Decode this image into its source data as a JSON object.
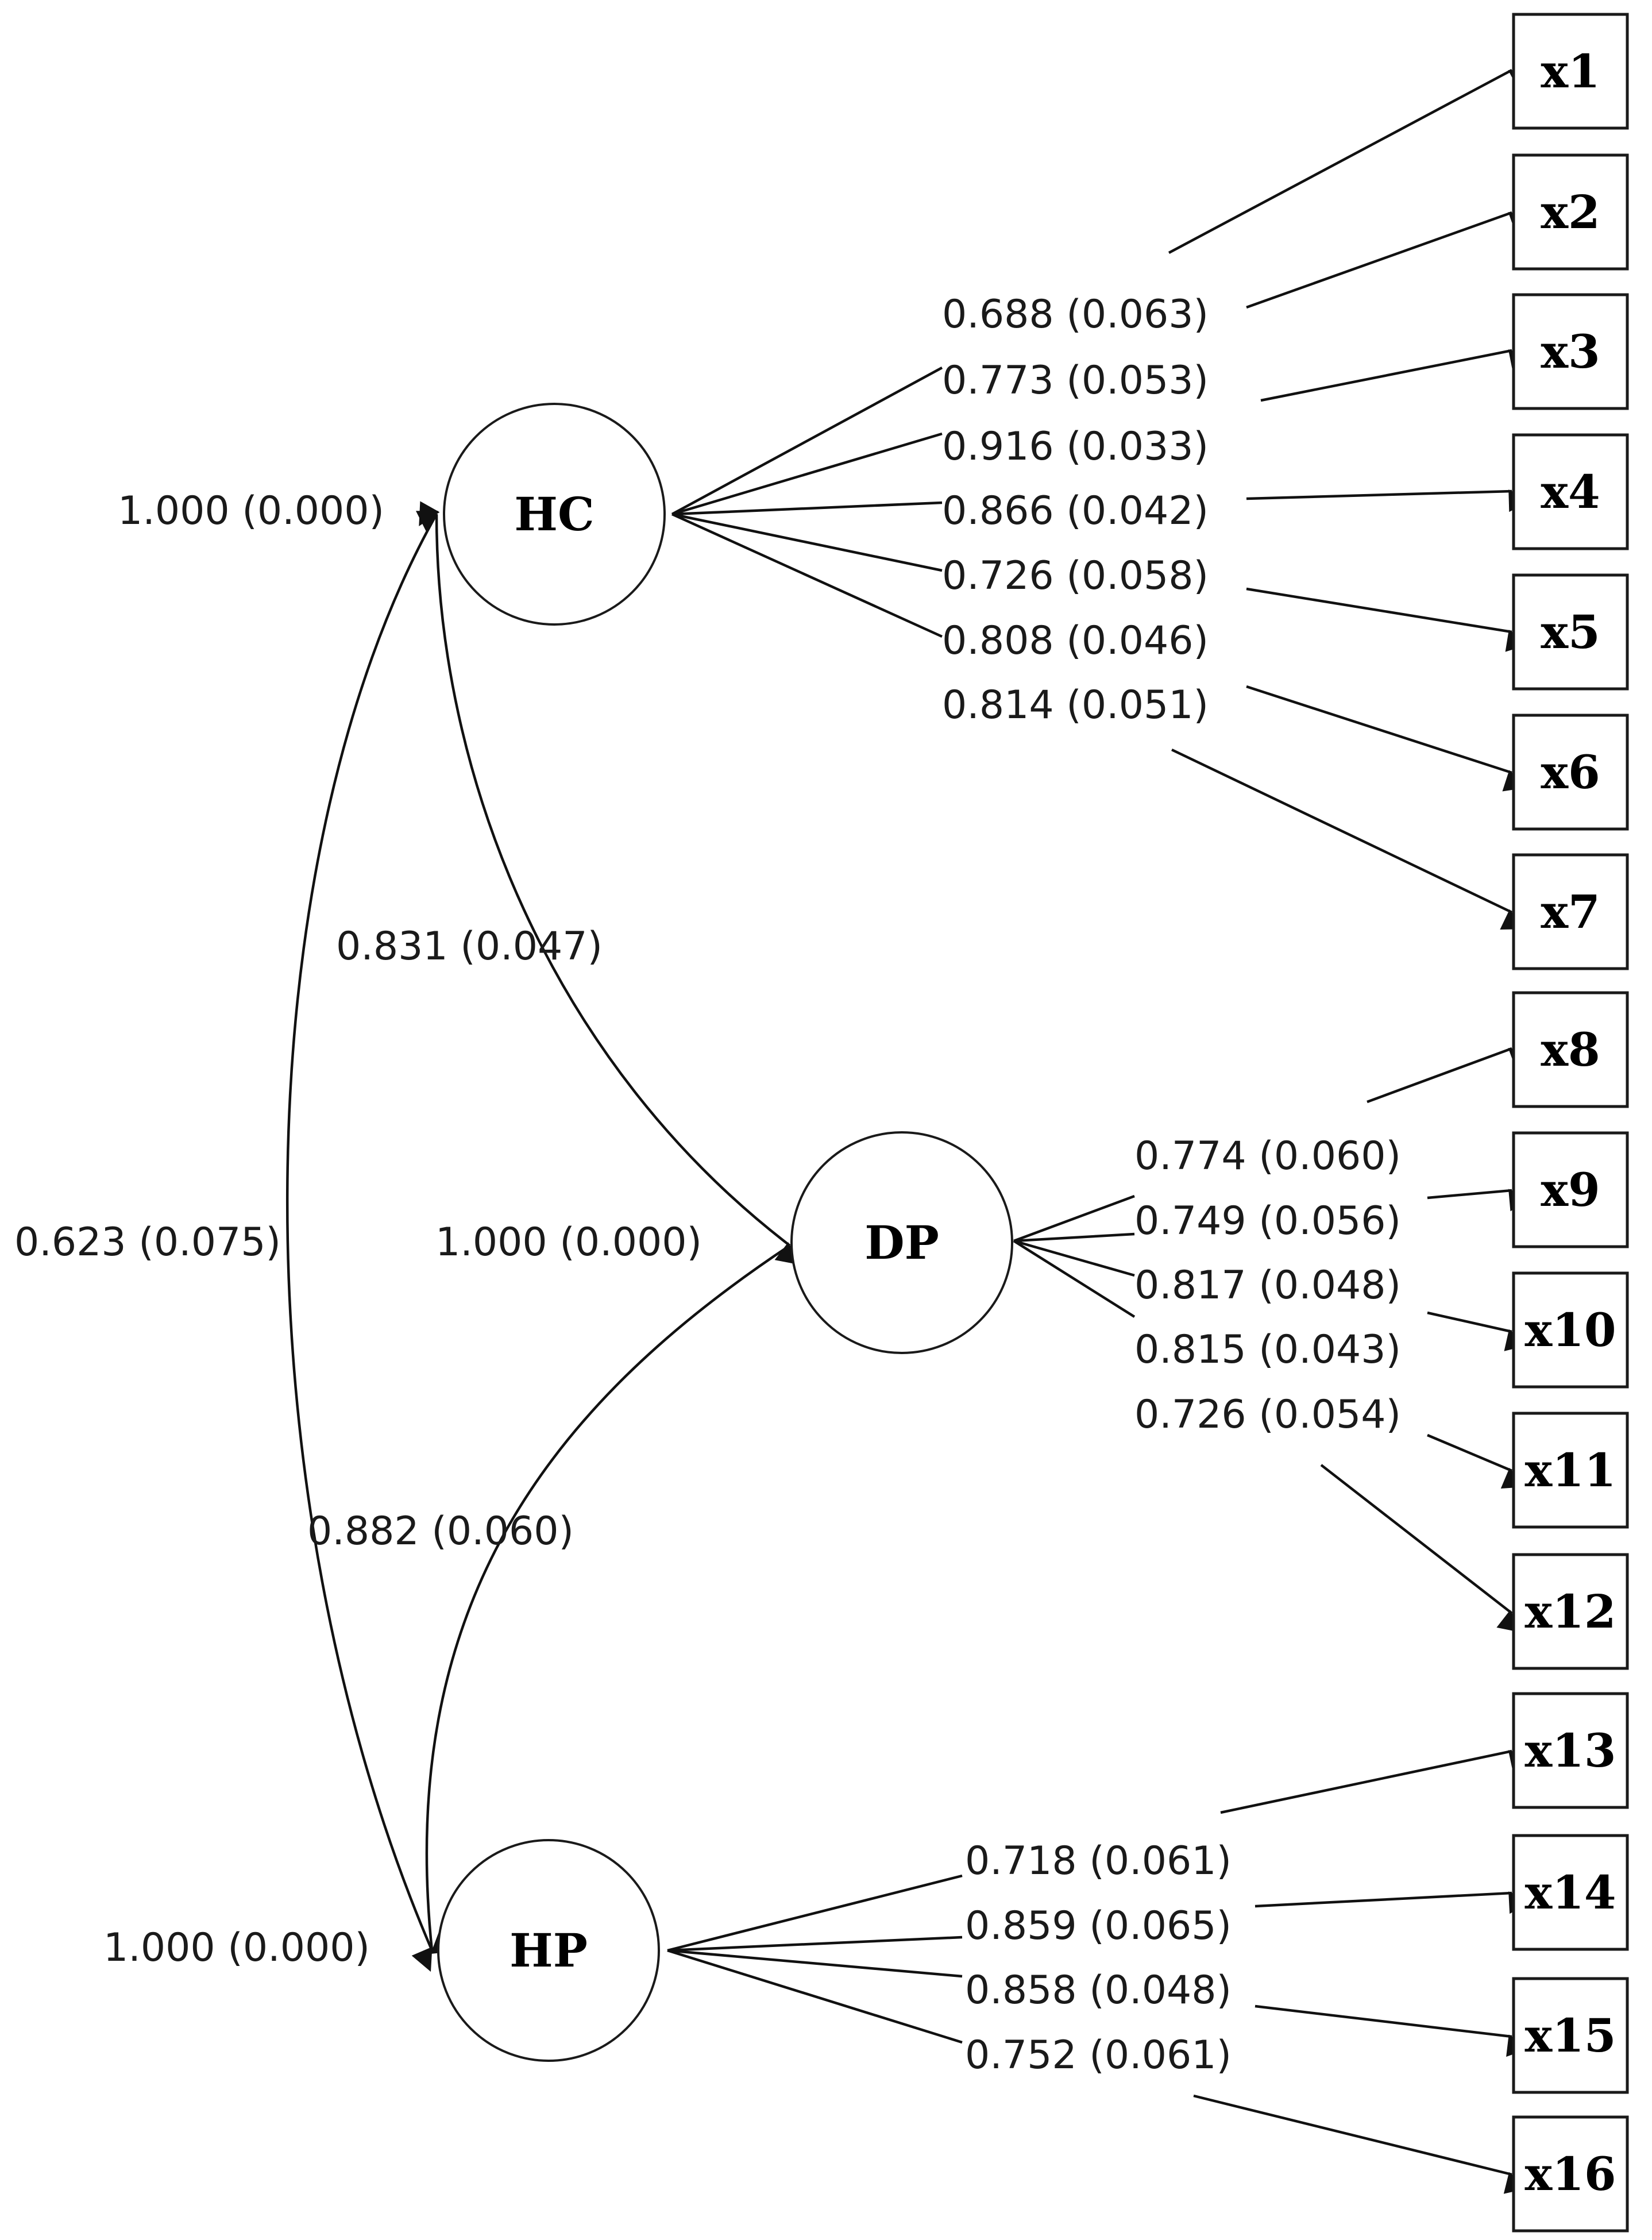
{
  "latents": [
    {
      "id": "HC",
      "label": "HC",
      "variance": "1.000 (0.000)"
    },
    {
      "id": "DP",
      "label": "DP",
      "variance": "1.000 (0.000)"
    },
    {
      "id": "HP",
      "label": "HP",
      "variance": "1.000 (0.000)"
    }
  ],
  "indicators": [
    "x1",
    "x2",
    "x3",
    "x4",
    "x5",
    "x6",
    "x7",
    "x8",
    "x9",
    "x10",
    "x11",
    "x12",
    "x13",
    "x14",
    "x15",
    "x16"
  ],
  "loadings": [
    {
      "from": "HC",
      "to": "x1",
      "label": "0.688 (0.063)"
    },
    {
      "from": "HC",
      "to": "x2",
      "label": "0.773 (0.053)"
    },
    {
      "from": "HC",
      "to": "x3",
      "label": "0.916 (0.033)"
    },
    {
      "from": "HC",
      "to": "x4",
      "label": "0.866 (0.042)"
    },
    {
      "from": "HC",
      "to": "x5",
      "label": "0.726 (0.058)"
    },
    {
      "from": "HC",
      "to": "x6",
      "label": "0.808 (0.046)"
    },
    {
      "from": "HC",
      "to": "x7",
      "label": "0.814 (0.051)"
    },
    {
      "from": "DP",
      "to": "x8",
      "label": "0.774 (0.060)"
    },
    {
      "from": "DP",
      "to": "x9",
      "label": "0.749 (0.056)"
    },
    {
      "from": "DP",
      "to": "x10",
      "label": "0.817 (0.048)"
    },
    {
      "from": "DP",
      "to": "x11",
      "label": "0.815 (0.043)"
    },
    {
      "from": "DP",
      "to": "x12",
      "label": "0.726 (0.054)"
    },
    {
      "from": "HP",
      "to": "x13",
      "label": "0.718 (0.061)"
    },
    {
      "from": "HP",
      "to": "x14",
      "label": "0.859 (0.065)"
    },
    {
      "from": "HP",
      "to": "x15",
      "label": "0.858 (0.048)"
    },
    {
      "from": "HP",
      "to": "x16",
      "label": "0.752 (0.061)"
    }
  ],
  "correlations": [
    {
      "between": [
        "HC",
        "HP"
      ],
      "label": "0.623 (0.075)"
    },
    {
      "between": [
        "HC",
        "DP"
      ],
      "label": "0.831 (0.047)"
    },
    {
      "between": [
        "HP",
        "DP"
      ],
      "label": "0.882 (0.060)"
    }
  ]
}
